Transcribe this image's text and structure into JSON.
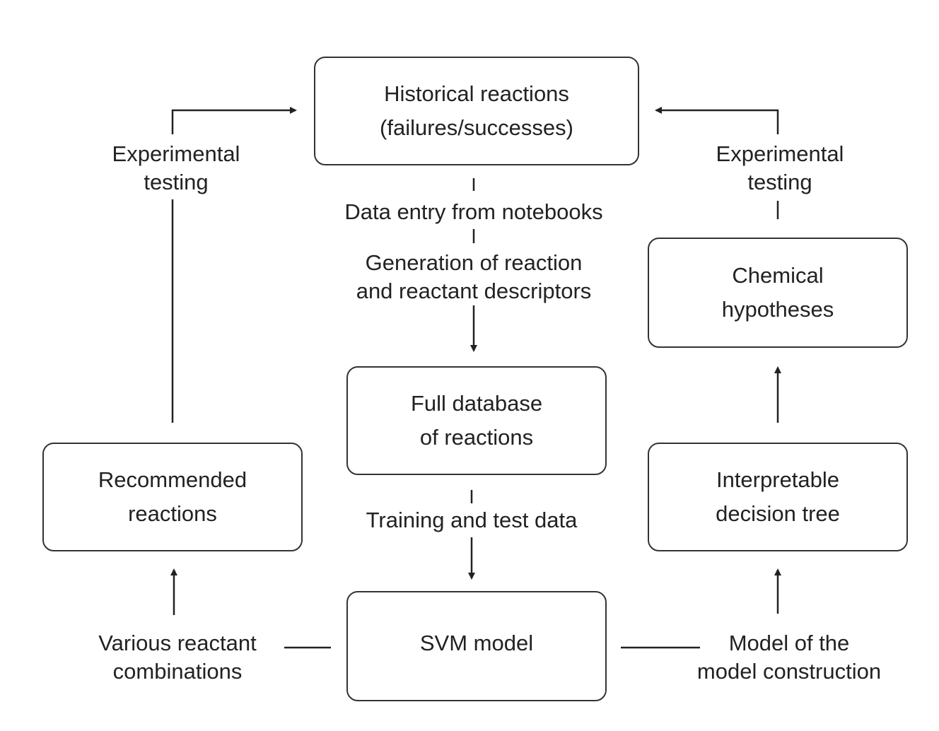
{
  "nodes": {
    "historical": {
      "line1": "Historical reactions",
      "line2": "(failures/successes)"
    },
    "full_db": {
      "line1": "Full database",
      "line2": "of reactions"
    },
    "svm": {
      "line1": "SVM model"
    },
    "recommended": {
      "line1": "Recommended",
      "line2": "reactions"
    },
    "chemical": {
      "line1": "Chemical",
      "line2": "hypotheses"
    },
    "decision_tree": {
      "line1": "Interpretable",
      "line2": "decision tree"
    }
  },
  "labels": {
    "exp_left": {
      "line1": "Experimental",
      "line2": "testing"
    },
    "exp_right": {
      "line1": "Experimental",
      "line2": "testing"
    },
    "data_entry": "Data entry from notebooks",
    "generation": {
      "line1": "Generation of reaction",
      "line2": "and reactant descriptors"
    },
    "training": "Training and test data",
    "various": {
      "line1": "Various reactant",
      "line2": "combinations"
    },
    "model_of_model": {
      "line1": "Model of the",
      "line2": "model construction"
    }
  }
}
